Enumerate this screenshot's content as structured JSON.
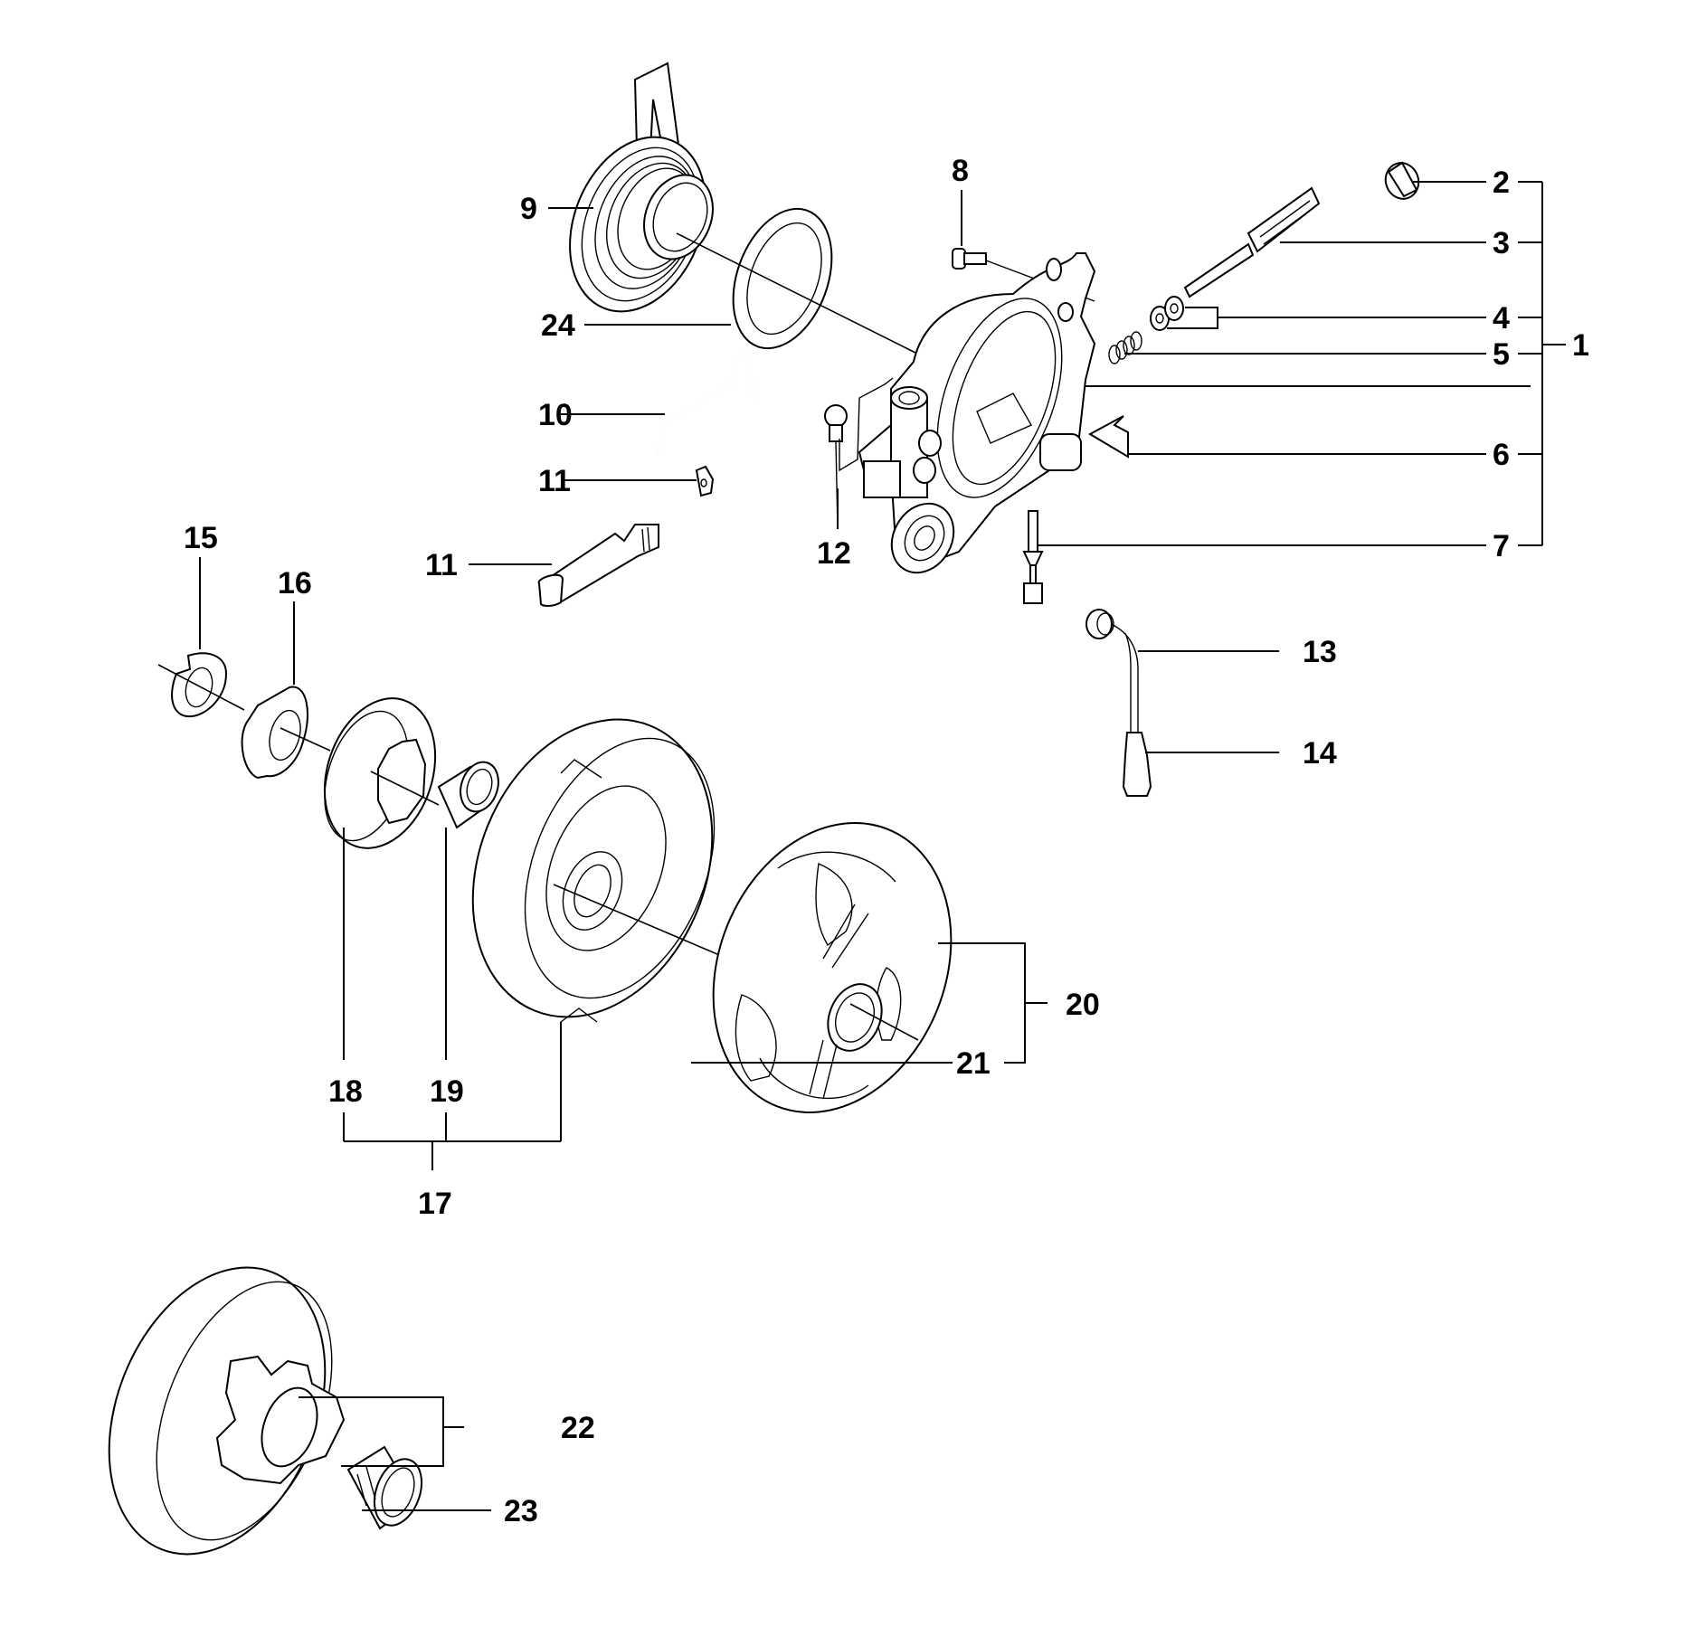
{
  "diagram": {
    "title": "Exploded parts diagram - oil pump and clutch assembly",
    "callouts": [
      {
        "id": "c1",
        "label": "1",
        "part": "oil-pump-assembly"
      },
      {
        "id": "c2",
        "label": "2",
        "part": "end-cap"
      },
      {
        "id": "c3",
        "label": "3",
        "part": "pump-piston-shaft"
      },
      {
        "id": "c4",
        "label": "4",
        "part": "washers"
      },
      {
        "id": "c5",
        "label": "5",
        "part": "spring"
      },
      {
        "id": "c6",
        "label": "6",
        "part": "pump-housing"
      },
      {
        "id": "c7",
        "label": "7",
        "part": "adjustment-screw"
      },
      {
        "id": "c8",
        "label": "8",
        "part": "screw"
      },
      {
        "id": "c9",
        "label": "9",
        "part": "worm-gear"
      },
      {
        "id": "c10",
        "label": "10",
        "part": "wire-spring"
      },
      {
        "id": "c11a",
        "label": "11",
        "part": "clip"
      },
      {
        "id": "c11b",
        "label": "11",
        "part": "pin"
      },
      {
        "id": "c12",
        "label": "12",
        "part": "screw"
      },
      {
        "id": "c13",
        "label": "13",
        "part": "oil-hose"
      },
      {
        "id": "c14",
        "label": "14",
        "part": "oil-filter"
      },
      {
        "id": "c15",
        "label": "15",
        "part": "lock-washer"
      },
      {
        "id": "c16",
        "label": "16",
        "part": "washer"
      },
      {
        "id": "c17",
        "label": "17",
        "part": "clutch-drum-kit"
      },
      {
        "id": "c18",
        "label": "18",
        "part": "rim-sprocket"
      },
      {
        "id": "c19",
        "label": "19",
        "part": "needle-bearing"
      },
      {
        "id": "c20",
        "label": "20",
        "part": "clutch-assembly"
      },
      {
        "id": "c21",
        "label": "21",
        "part": "clutch-spring"
      },
      {
        "id": "c22",
        "label": "22",
        "part": "spur-sprocket-drum"
      },
      {
        "id": "c23",
        "label": "23",
        "part": "needle-bearing"
      },
      {
        "id": "c24",
        "label": "24",
        "part": "gasket"
      }
    ]
  }
}
